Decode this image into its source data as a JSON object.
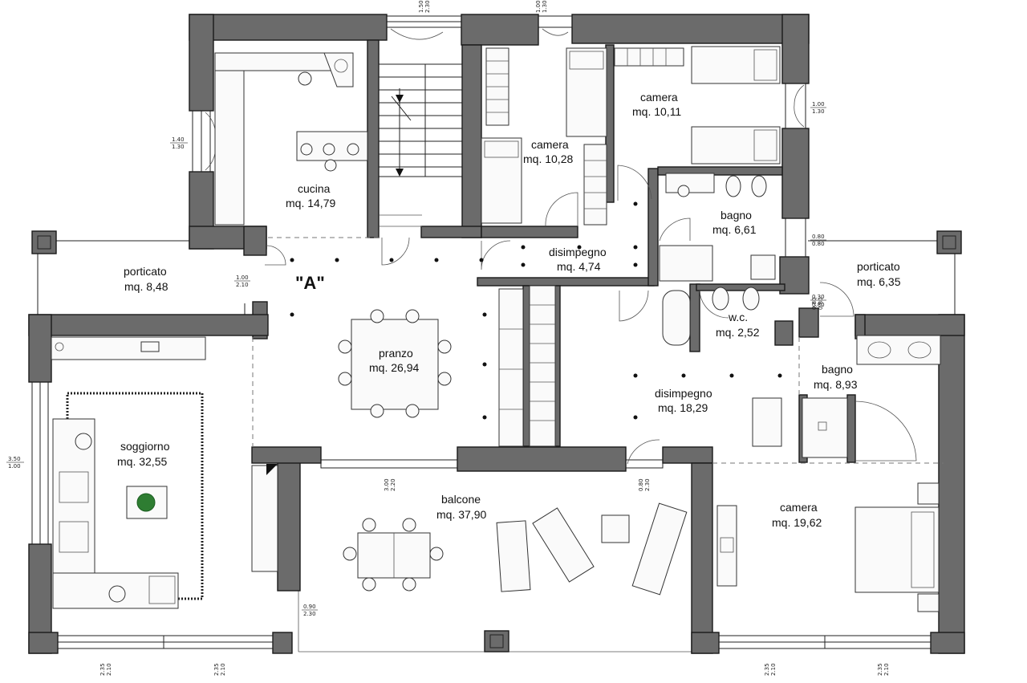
{
  "plan": {
    "marker": "\"A\"",
    "rooms": {
      "cucina": {
        "name": "cucina",
        "area": "mq. 14,79"
      },
      "camera1": {
        "name": "camera",
        "area": "mq. 10,28"
      },
      "camera2": {
        "name": "camera",
        "area": "mq. 10,11"
      },
      "bagno1": {
        "name": "bagno",
        "area": "mq. 6,61"
      },
      "disimpegno1": {
        "name": "disimpegno",
        "area": "mq. 4,74"
      },
      "wc": {
        "name": "w.c.",
        "area": "mq. 2,52"
      },
      "porticato1": {
        "name": "porticato",
        "area": "mq. 8,48"
      },
      "porticato2": {
        "name": "porticato",
        "area": "mq. 6,35"
      },
      "pranzo": {
        "name": "pranzo",
        "area": "mq. 26,94"
      },
      "disimpegno2": {
        "name": "disimpegno",
        "area": "mq. 18,29"
      },
      "bagno2": {
        "name": "bagno",
        "area": "mq. 8,93"
      },
      "soggiorno": {
        "name": "soggiorno",
        "area": "mq. 32,55"
      },
      "balcone": {
        "name": "balcone",
        "area": "mq. 37,90"
      },
      "camera3": {
        "name": "camera",
        "area": "mq. 19,62"
      }
    },
    "openings": {
      "top_stair": {
        "w": "1.50",
        "h": "2.30"
      },
      "top_camera": {
        "w": "1.00",
        "h": "1.30"
      },
      "left_cucina": {
        "w": "1.40",
        "h": "1.30"
      },
      "right_camera": {
        "w": "1.00",
        "h": "1.30"
      },
      "right_bagno": {
        "w": "0.80",
        "h": "0.80"
      },
      "wc_small": {
        "w": "0.30",
        "h": "0.80"
      },
      "wc_small2": {
        "w": "0.80",
        "h": "0.80"
      },
      "porticato_door": {
        "w": "1.00",
        "h": "2.10"
      },
      "left_soggiorno": {
        "w": "3.50",
        "h": "1.00"
      },
      "balcone_door1": {
        "w": "3.00",
        "h": "2.20"
      },
      "balcone_door2": {
        "w": "0.80",
        "h": "2.30"
      },
      "balcone_side": {
        "w": "0.90",
        "h": "2.30"
      },
      "bottom1": {
        "w": "2.35",
        "h": "2.10"
      },
      "bottom2": {
        "w": "2.35",
        "h": "2.10"
      },
      "bottom3": {
        "w": "2.35",
        "h": "2.10"
      },
      "bottom4": {
        "w": "2.35",
        "h": "2.10"
      }
    }
  }
}
